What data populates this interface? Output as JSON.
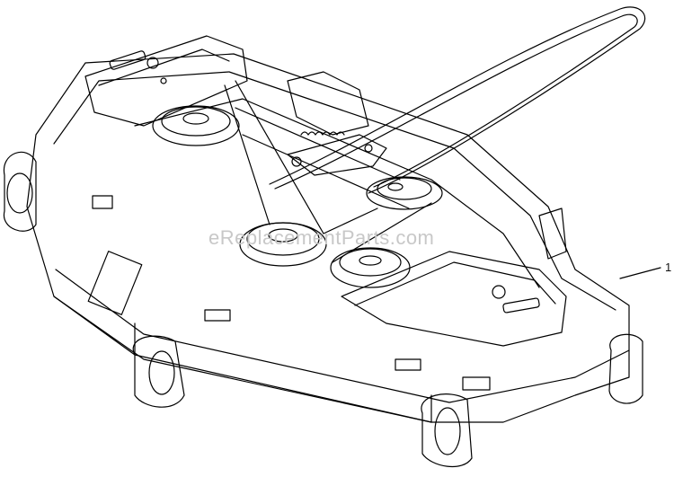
{
  "diagram": {
    "watermark": "eReplacementParts.com",
    "callouts": [
      {
        "label": "1",
        "target": "mower-deck-assembly"
      }
    ],
    "parts": [
      "mower-deck",
      "drive-belt",
      "left-spindle-pulley",
      "center-spindle-pulley",
      "right-spindle-pulley",
      "idler-pulley",
      "idler-arm",
      "tension-spring",
      "left-belt-cover",
      "right-belt-cover",
      "anti-scalp-rollers",
      "deck-lift-bracket"
    ],
    "colors": {
      "line": "#000000",
      "fill": "#ffffff",
      "watermark": "#c8c8c8"
    }
  }
}
